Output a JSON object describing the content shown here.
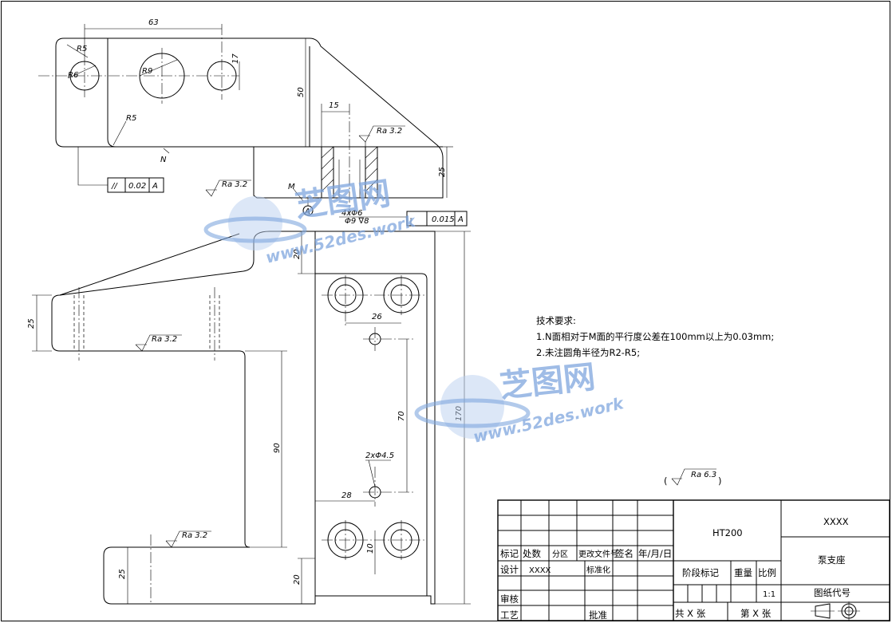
{
  "dimensions": {
    "d63": "63",
    "d17": "17",
    "d50": "50",
    "d15": "15",
    "d25_top": "25",
    "d20_top": "20",
    "d25_left": "25",
    "d26": "26",
    "d70": "70",
    "d170": "170",
    "d90": "90",
    "d28": "28",
    "d10": "10",
    "d20_bot": "20",
    "d25_bot": "25",
    "r5_top": "R5",
    "r6": "R6",
    "r9": "R9",
    "r5_mid": "R5",
    "hole_note_1": "4xΦ6",
    "hole_note_2": "Φ9 ∇8",
    "hole_note_bottom": "2xΦ4.5"
  },
  "roughness": {
    "top_right": "Ra 3.2",
    "top_left": "Ra 3.2",
    "left_mid": "Ra 3.2",
    "left_bottom": "Ra 3.2",
    "general": "Ra 6.3"
  },
  "tolerances": {
    "parallel": {
      "symbol": "//",
      "value": "0.02",
      "datum": "A"
    },
    "flatness": {
      "value": "0.015",
      "datum": "A"
    }
  },
  "labels": {
    "surface_n": "N",
    "surface_m": "M",
    "datum_a": "A"
  },
  "requirements": {
    "title": "技术要求:",
    "item1": "1.N面相对于M面的平行度公差在100mm以上为0.03mm;",
    "item2": "2.未注圆角半径为R2-R5;"
  },
  "title_block": {
    "material": "HT200",
    "company": "XXXX",
    "part_name": "泵支座",
    "drawing_code": "图纸代号",
    "stage_mark": "阶段标记",
    "weight": "重量",
    "scale_label": "比例",
    "scale_value": "1:1",
    "sheets_total": "共 X 张",
    "sheet_current": "第 X 张",
    "rev_mark": "标记",
    "rev_count": "处数",
    "rev_zone": "分区",
    "rev_doc": "更改文件号",
    "rev_sign": "签名",
    "rev_date": "年/月/日",
    "designer_label": "设计",
    "designer_name": "XXXX",
    "standardization": "标准化",
    "reviewer": "审核",
    "process": "工艺",
    "approve": "批准"
  },
  "watermark": {
    "brand": "芝图网",
    "url": "www.52des.work"
  }
}
